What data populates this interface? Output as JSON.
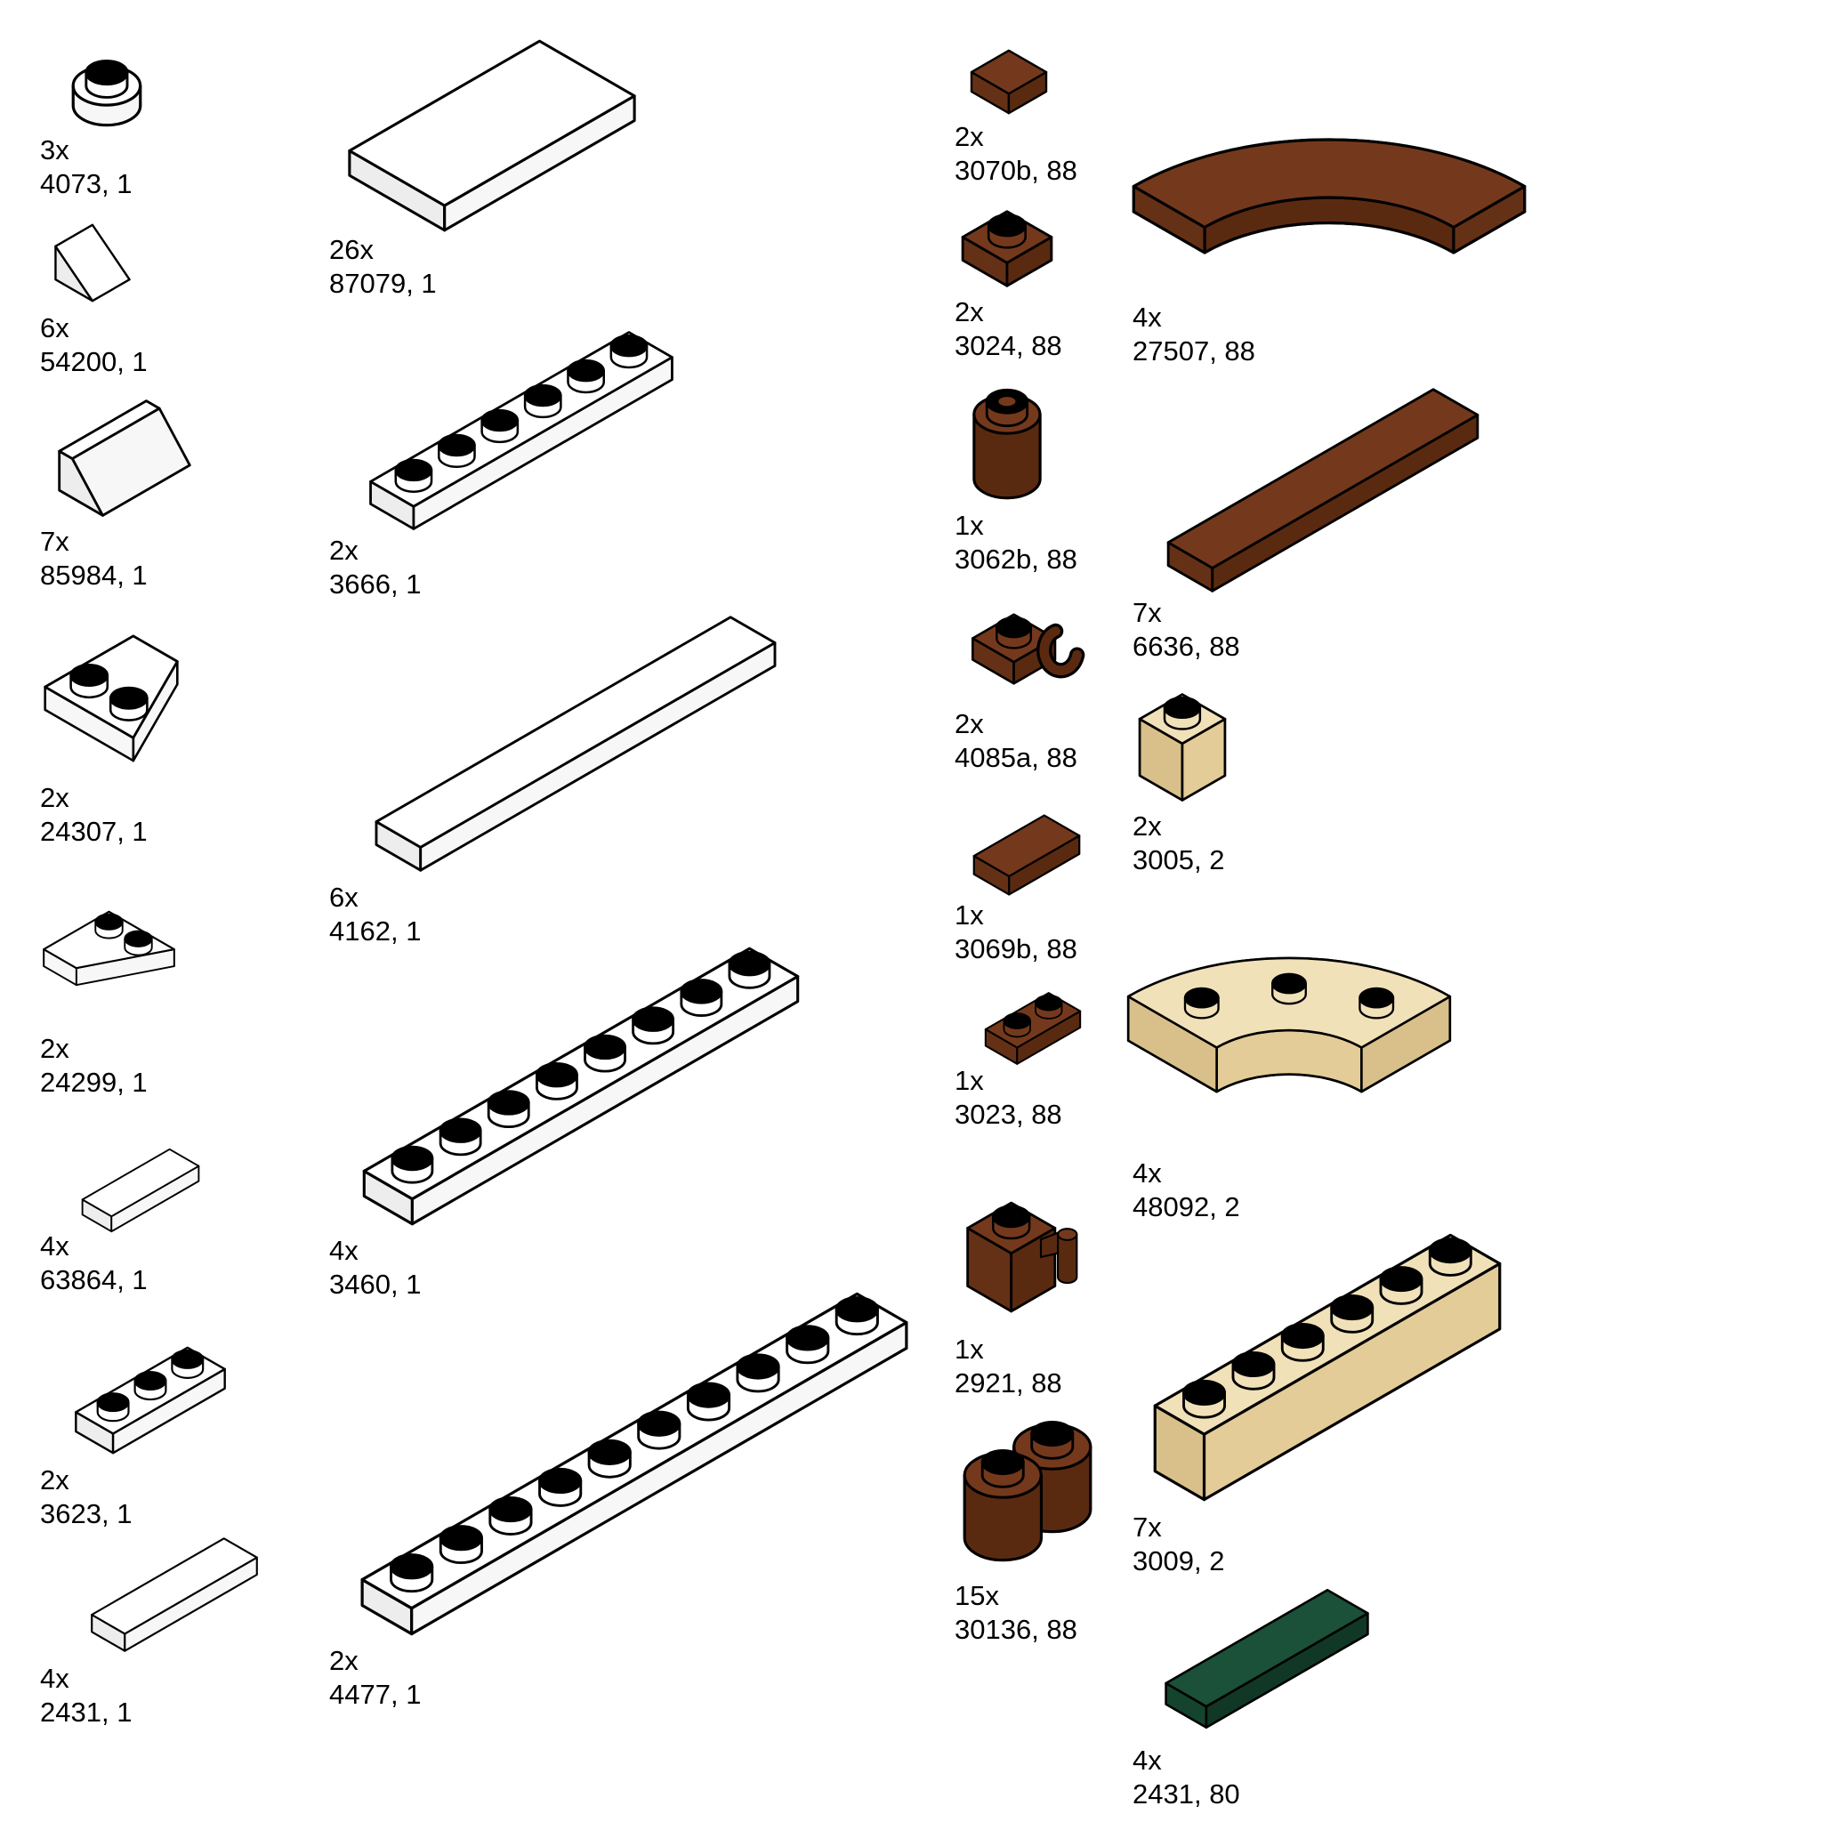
{
  "page": {
    "background": "#ffffff",
    "description": "LEGO parts inventory list"
  },
  "colors": {
    "outline": "#000000",
    "stud_top": "#000000",
    "white": {
      "top": "#ffffff",
      "front": "#f7f7f7",
      "side": "#ededed"
    },
    "brown": {
      "top": "#74391C",
      "front": "#5A2A10",
      "side": "#653116"
    },
    "tan": {
      "top": "#F1E1B9",
      "front": "#E3CC98",
      "side": "#D9C08A"
    },
    "green": {
      "top": "#1A5138",
      "front": "#113826",
      "side": "#14442E"
    }
  },
  "parts": [
    {
      "qty": "3x",
      "label": "4073, 1",
      "color": "white",
      "shape": "round_plate"
    },
    {
      "qty": "6x",
      "label": "54200, 1",
      "color": "white",
      "shape": "slope",
      "len": 1
    },
    {
      "qty": "7x",
      "label": "85984, 1",
      "color": "white",
      "shape": "slope",
      "len": 2,
      "topflat": 0.3
    },
    {
      "qty": "2x",
      "label": "24307, 1",
      "color": "white",
      "shape": "wedge_right"
    },
    {
      "qty": "2x",
      "label": "24299, 1",
      "color": "white",
      "shape": "wedge_left"
    },
    {
      "qty": "4x",
      "label": "63864, 1",
      "color": "white",
      "shape": "box",
      "len": 3,
      "dep": 1,
      "hgt": 0.45,
      "studded": false
    },
    {
      "qty": "2x",
      "label": "3623, 1",
      "color": "white",
      "shape": "box",
      "len": 3,
      "dep": 1,
      "hgt": 0.45,
      "studded": true
    },
    {
      "qty": "4x",
      "label": "2431, 1",
      "color": "white",
      "shape": "box",
      "len": 4,
      "dep": 1,
      "hgt": 0.45,
      "studded": false
    },
    {
      "qty": "26x",
      "label": "87079, 1",
      "color": "white",
      "shape": "box",
      "len": 4,
      "dep": 2,
      "hgt": 0.45,
      "studded": false
    },
    {
      "qty": "2x",
      "label": "3666, 1",
      "color": "white",
      "shape": "box",
      "len": 6,
      "dep": 1,
      "hgt": 0.45,
      "studded": true
    },
    {
      "qty": "6x",
      "label": "4162, 1",
      "color": "white",
      "shape": "box",
      "len": 8,
      "dep": 1,
      "hgt": 0.45,
      "studded": false
    },
    {
      "qty": "4x",
      "label": "3460, 1",
      "color": "white",
      "shape": "box",
      "len": 8,
      "dep": 1,
      "hgt": 0.45,
      "studded": true
    },
    {
      "qty": "2x",
      "label": "4477, 1",
      "color": "white",
      "shape": "box",
      "len": 10,
      "dep": 1,
      "hgt": 0.45,
      "studded": true
    },
    {
      "qty": "2x",
      "label": "3070b, 88",
      "color": "brown",
      "shape": "box",
      "len": 1,
      "dep": 1,
      "hgt": 0.45,
      "studded": false
    },
    {
      "qty": "2x",
      "label": "3024, 88",
      "color": "brown",
      "shape": "box",
      "len": 1,
      "dep": 1,
      "hgt": 0.45,
      "studded": true
    },
    {
      "qty": "1x",
      "label": "3062b, 88",
      "color": "brown",
      "shape": "round_brick"
    },
    {
      "qty": "2x",
      "label": "4085a, 88",
      "color": "brown",
      "shape": "clip_plate"
    },
    {
      "qty": "1x",
      "label": "3069b, 88",
      "color": "brown",
      "shape": "box",
      "len": 2,
      "dep": 1,
      "hgt": 0.45,
      "studded": false
    },
    {
      "qty": "1x",
      "label": "3023, 88",
      "color": "brown",
      "shape": "box",
      "len": 2,
      "dep": 1,
      "hgt": 0.45,
      "studded": true
    },
    {
      "qty": "1x",
      "label": "2921, 88",
      "color": "brown",
      "shape": "handle_brick"
    },
    {
      "qty": "15x",
      "label": "30136, 88",
      "color": "brown",
      "shape": "log_brick"
    },
    {
      "qty": "4x",
      "label": "27507, 88",
      "color": "brown",
      "shape": "ring",
      "r1": 4,
      "r2": 2.55,
      "a1": 270,
      "a2": 360,
      "hgt": 0.45,
      "ring_studs": []
    },
    {
      "qty": "7x",
      "label": "6636, 88",
      "color": "brown",
      "shape": "box",
      "len": 6,
      "dep": 1,
      "hgt": 0.45,
      "studded": false
    },
    {
      "qty": "2x",
      "label": "3005, 2",
      "color": "tan",
      "shape": "box",
      "len": 1,
      "dep": 1,
      "hgt": 1.15,
      "studded": true
    },
    {
      "qty": "4x",
      "label": "48092, 2",
      "color": "tan",
      "shape": "ring",
      "r1": 4,
      "r2": 1.8,
      "a1": 270,
      "a2": 360,
      "hgt": 0.95,
      "ring_studs": [
        [
          2.9,
          283
        ],
        [
          2.9,
          315
        ],
        [
          2.9,
          347
        ]
      ]
    },
    {
      "qty": "7x",
      "label": "3009, 2",
      "color": "tan",
      "shape": "box",
      "len": 6,
      "dep": 1,
      "hgt": 1.15,
      "studded": true
    },
    {
      "qty": "4x",
      "label": "2431, 80",
      "color": "green",
      "shape": "box",
      "len": 4,
      "dep": 1,
      "hgt": 0.45,
      "studded": false
    }
  ]
}
